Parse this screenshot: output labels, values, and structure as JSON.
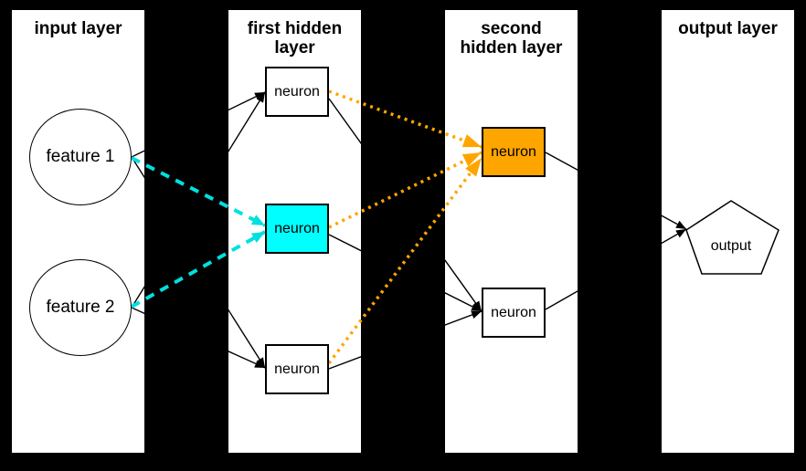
{
  "colors": {
    "background": "#000000",
    "panel": "#ffffff",
    "node_fill": "#ffffff",
    "text": "#000000",
    "edge": "#000000",
    "cyan_fill": "#00ffff",
    "cyan_edge": "#00e0e0",
    "orange_fill": "#ffa500",
    "orange_edge": "#ffa500"
  },
  "layers": [
    {
      "title": "input layer"
    },
    {
      "title": "first hidden layer"
    },
    {
      "title": "second hidden layer"
    },
    {
      "title": "output layer"
    }
  ],
  "nodes": {
    "feature1": "feature 1",
    "feature2": "feature 2",
    "hidden1_top": "neuron",
    "hidden1_middle": "neuron",
    "hidden1_bottom": "neuron",
    "hidden2_top": "neuron",
    "hidden2_bottom": "neuron",
    "output": "output"
  }
}
